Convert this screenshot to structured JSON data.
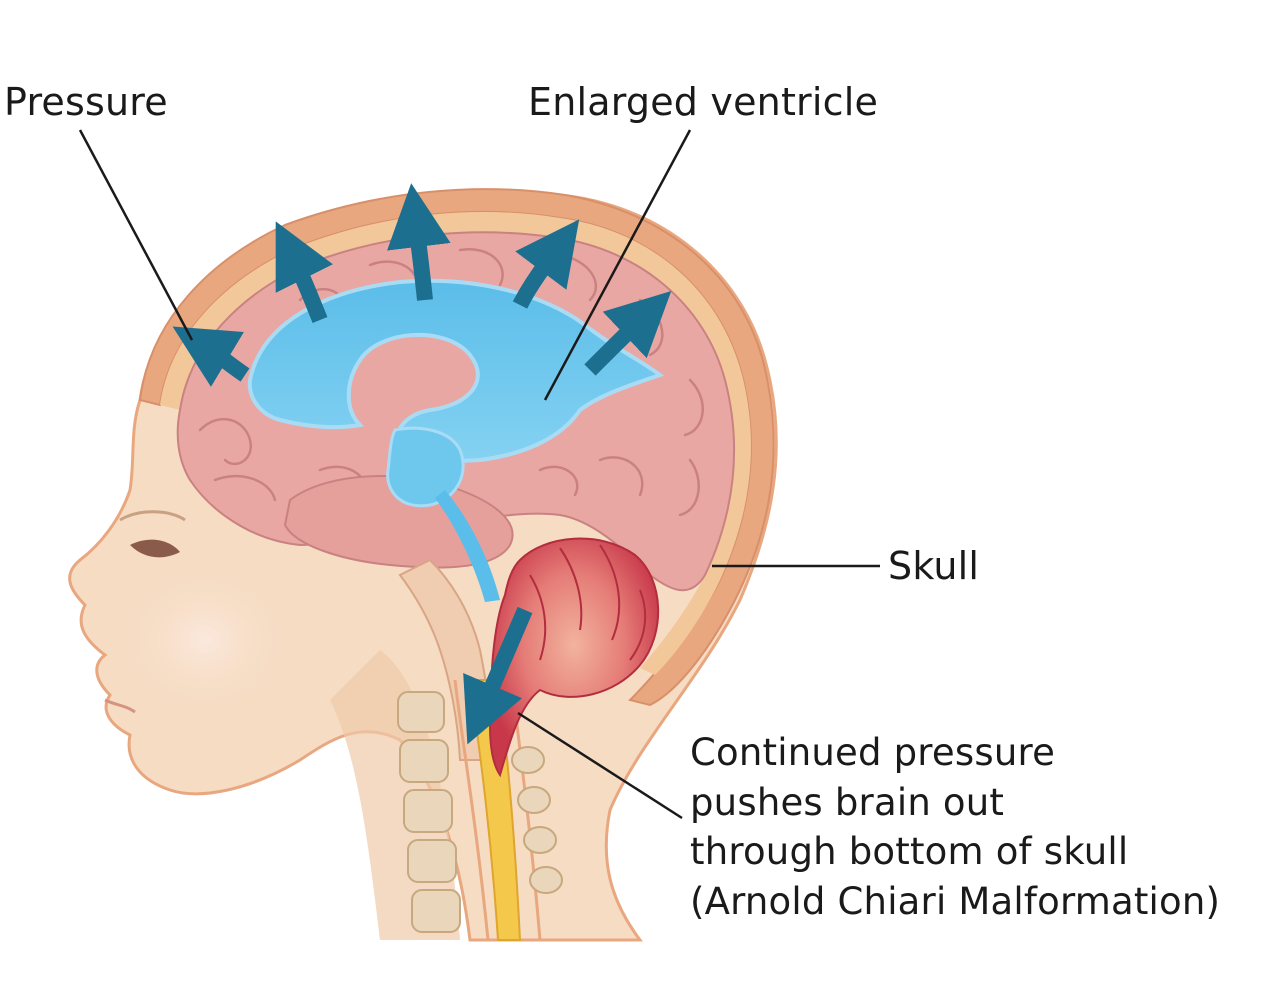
{
  "labels": {
    "pressure": "Pressure",
    "enlarged_ventricle": "Enlarged ventricle",
    "skull": "Skull",
    "chiari": [
      "Continued pressure",
      "pushes brain out",
      "through bottom of skull",
      "(Arnold Chiari Malformation)"
    ]
  },
  "colors": {
    "skin": "#f6dcc3",
    "skin_shadow": "#eec3a5",
    "skull_band": "#e9a77f",
    "skull_inner": "#f2c89a",
    "brain": "#e9a7a3",
    "brain_fold": "#c98281",
    "ventricle": "#6ec8ee",
    "ventricle_light": "#bfe6f7",
    "arrow": "#1d6f8f",
    "cerebellum": "#d9525c",
    "cerebellum_light": "#f2b39d",
    "spinal_cord": "#f4c84a",
    "vertebra": "#ead7bb",
    "leader_line": "#1a1a1a"
  }
}
